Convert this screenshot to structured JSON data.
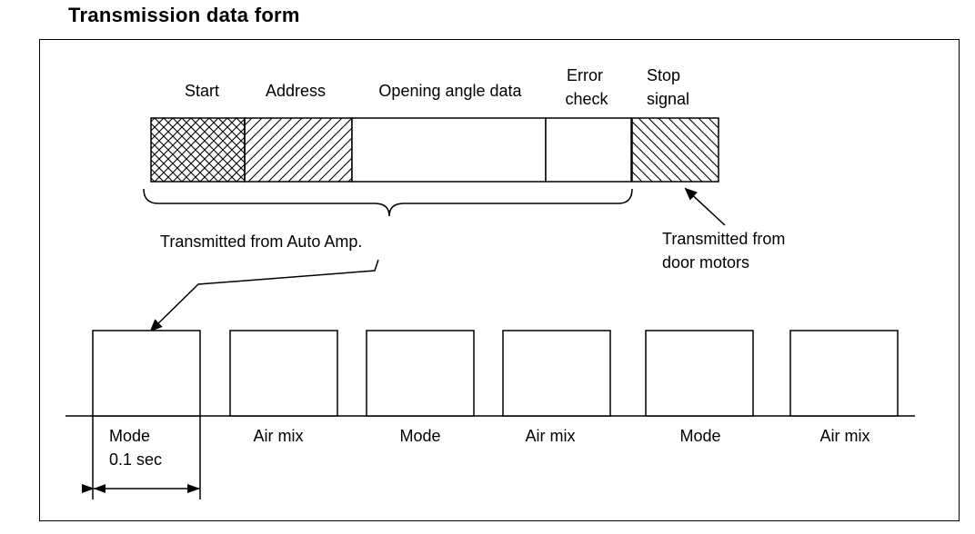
{
  "title": "Transmission data form",
  "frame_segments": [
    {
      "id": "start",
      "label": "Start",
      "pattern": "crosshatch"
    },
    {
      "id": "address",
      "label": "Address",
      "pattern": "forward-diagonal"
    },
    {
      "id": "opening",
      "label": "Opening angle data",
      "pattern": "blank"
    },
    {
      "id": "error",
      "label_line1": "Error",
      "label_line2": "check",
      "pattern": "blank"
    },
    {
      "id": "stop",
      "label_line1": "Stop",
      "label_line2": "signal",
      "pattern": "backward-diagonal"
    }
  ],
  "notes": {
    "auto_amp": "Transmitted from Auto Amp.",
    "door_motors_line1": "Transmitted from",
    "door_motors_line2": "door motors"
  },
  "pulses": [
    {
      "label": "Mode"
    },
    {
      "label": "Air mix"
    },
    {
      "label": "Mode"
    },
    {
      "label": "Air mix"
    },
    {
      "label": "Mode"
    },
    {
      "label": "Air mix"
    }
  ],
  "pulse_duration": "0.1 sec",
  "colors": {
    "ink": "#000000",
    "background": "#ffffff"
  }
}
